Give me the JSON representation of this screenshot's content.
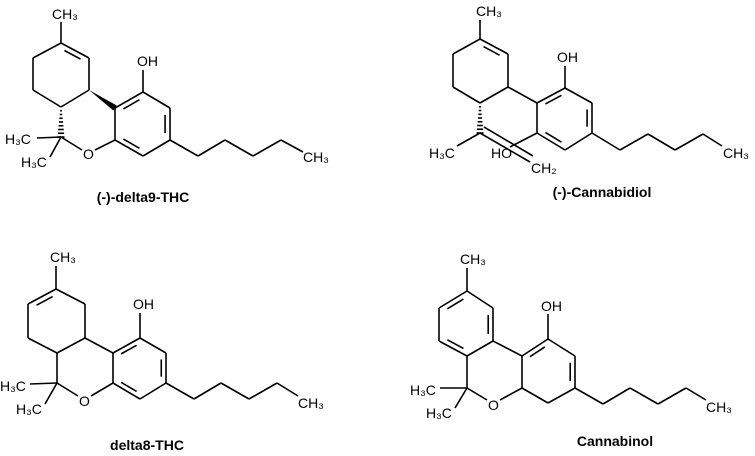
{
  "molecules": [
    {
      "name": "(-)-delta9-THC",
      "labels": {
        "methyl_top": "CH₃",
        "hydroxyl": "OH",
        "oxygen": "O",
        "gem_methyl_1": "H₃C",
        "gem_methyl_2": "H₃C",
        "chain_end": "CH₃"
      }
    },
    {
      "name": "(-)-Cannabidiol",
      "labels": {
        "methyl_top": "CH₃",
        "hydroxyl": "OH",
        "hydroxyl_2": "HO",
        "isopropenyl_methyl": "H₃C",
        "methylene": "CH₂",
        "chain_end": "CH₃"
      }
    },
    {
      "name": "delta8-THC",
      "labels": {
        "methyl_top": "CH₃",
        "hydroxyl": "OH",
        "oxygen": "O",
        "gem_methyl_1": "H₃C",
        "gem_methyl_2": "H₃C",
        "chain_end": "CH₃"
      }
    },
    {
      "name": "Cannabinol",
      "labels": {
        "methyl_top": "CH₃",
        "hydroxyl": "OH",
        "oxygen": "O",
        "gem_methyl_1": "H₃C",
        "gem_methyl_2": "H₃C",
        "chain_end": "CH₃"
      }
    }
  ],
  "colors": {
    "bond": "#000000",
    "background": "#ffffff"
  }
}
